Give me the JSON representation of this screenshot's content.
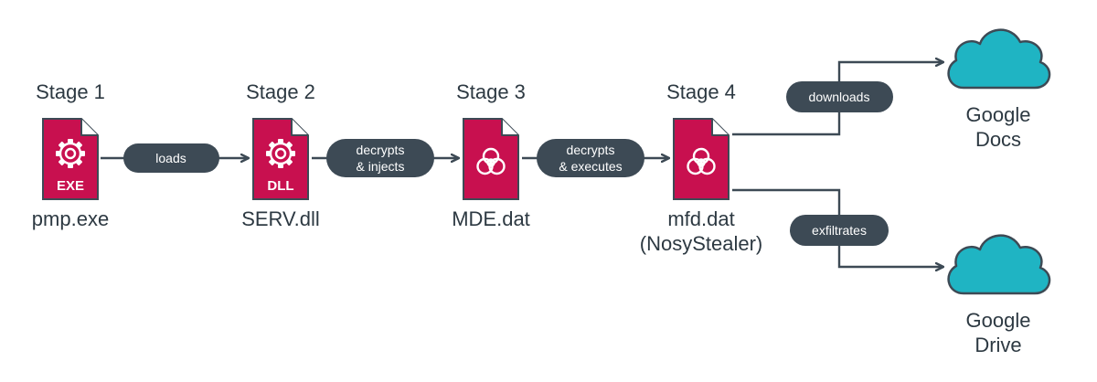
{
  "colors": {
    "file_fill": "#c8104f",
    "file_stroke": "#3d4a55",
    "pill_fill": "#3d4a55",
    "cloud_fill": "#1fb4c3",
    "arrow": "#3d4a55",
    "text": "#2d3942"
  },
  "stages": [
    {
      "title": "Stage 1",
      "file": "pmp.exe",
      "file_line2": "",
      "tag": "EXE",
      "icon": "gear-icon"
    },
    {
      "title": "Stage 2",
      "file": "SERV.dll",
      "file_line2": "",
      "tag": "DLL",
      "icon": "gear-icon"
    },
    {
      "title": "Stage 3",
      "file": "MDE.dat",
      "file_line2": "",
      "tag": "",
      "icon": "biohazard-icon"
    },
    {
      "title": "Stage 4",
      "file": "mfd.dat",
      "file_line2": "(NosyStealer)",
      "tag": "",
      "icon": "biohazard-icon"
    }
  ],
  "edges": [
    {
      "line1": "loads",
      "line2": ""
    },
    {
      "line1": "decrypts",
      "line2": "& injects"
    },
    {
      "line1": "decrypts",
      "line2": "& executes"
    }
  ],
  "branches": [
    {
      "action": "downloads",
      "target_line1": "Google",
      "target_line2": "Docs"
    },
    {
      "action": "exfiltrates",
      "target_line1": "Google",
      "target_line2": "Drive"
    }
  ]
}
